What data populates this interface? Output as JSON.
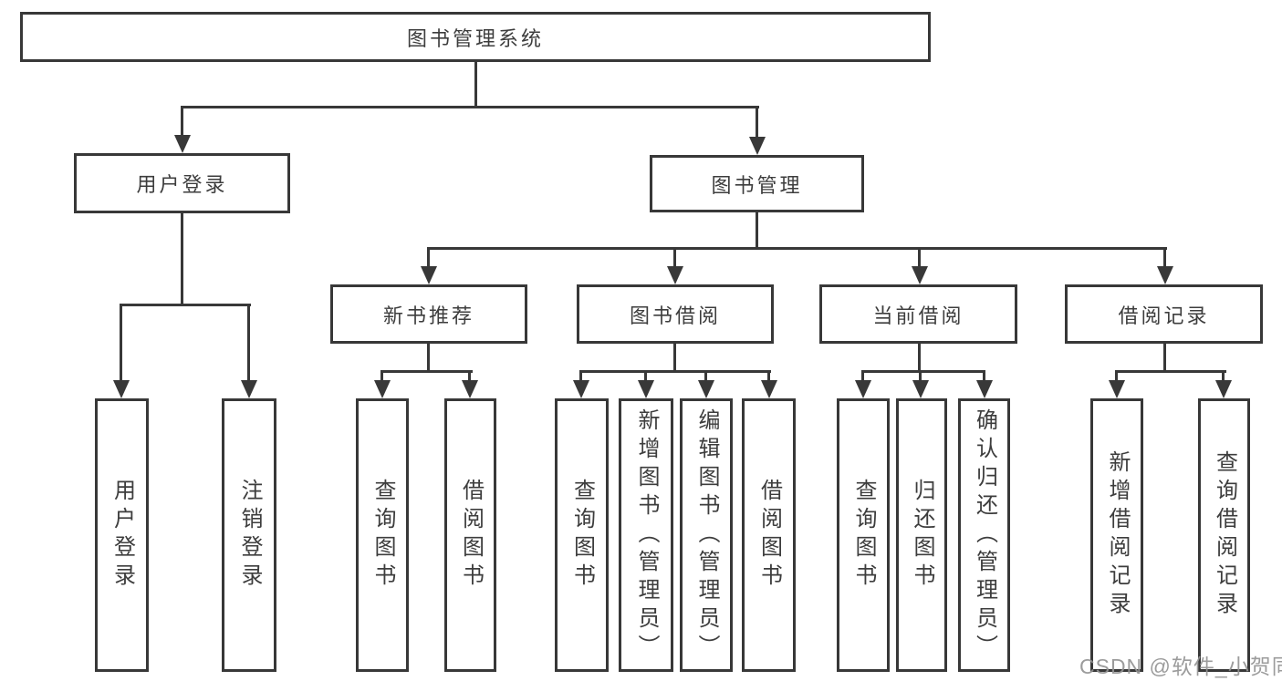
{
  "diagram": {
    "title": "图书管理系统",
    "level1": [
      {
        "label": "用户登录"
      },
      {
        "label": "图书管理"
      }
    ],
    "level2": [
      {
        "label": "新书推荐"
      },
      {
        "label": "图书借阅"
      },
      {
        "label": "当前借阅"
      },
      {
        "label": "借阅记录"
      }
    ],
    "leaves": [
      {
        "label": "用户登录"
      },
      {
        "label": "注销登录"
      },
      {
        "label": "查询图书"
      },
      {
        "label": "借阅图书"
      },
      {
        "label": "查询图书"
      },
      {
        "label": "新增图书（管理员）"
      },
      {
        "label": "编辑图书（管理员）"
      },
      {
        "label": "借阅图书"
      },
      {
        "label": "查询图书"
      },
      {
        "label": "归还图书"
      },
      {
        "label": "确认归还（管理员）"
      },
      {
        "label": "新增借阅记录"
      },
      {
        "label": "查询借阅记录"
      }
    ],
    "watermark": "CSDN @软件_小贺同学",
    "colors": {
      "line": "#383838",
      "text": "#3d3d3d",
      "watermark": "#949494",
      "background": "#ffffff"
    }
  }
}
